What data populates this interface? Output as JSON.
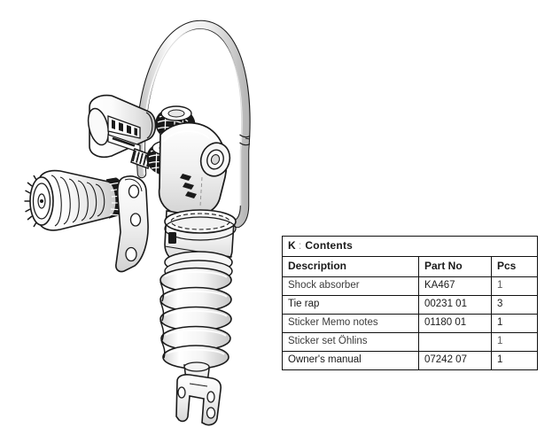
{
  "illustration": {
    "name": "ohlins-shock-absorber-exploded-view",
    "description": "Line-art technical drawing of a motorcycle shock absorber with remote reservoir, hydraulic hose, coil spring and lower clevis mount",
    "components": [
      {
        "name": "hydraulic-hose",
        "label": ""
      },
      {
        "name": "remote-reservoir",
        "label": ""
      },
      {
        "name": "finned-reservoir-adjuster",
        "label": ""
      },
      {
        "name": "damping-adjuster-knobs",
        "label": ""
      },
      {
        "name": "shock-body",
        "label": ""
      },
      {
        "name": "preload-collar",
        "label": ""
      },
      {
        "name": "coil-spring",
        "label": ""
      },
      {
        "name": "lower-clevis-mount",
        "label": ""
      }
    ]
  },
  "table": {
    "title_prefix": "K",
    "title_separator": ":",
    "title": "Contents",
    "columns": [
      {
        "key": "description",
        "label": "Description"
      },
      {
        "key": "part_no",
        "label": "Part No"
      },
      {
        "key": "pcs",
        "label": "Pcs"
      }
    ],
    "rows": [
      {
        "description": "Shock absorber",
        "part_no": "KA467",
        "pcs": "1"
      },
      {
        "description": "Tie rap",
        "part_no": "00231 01",
        "pcs": "3"
      },
      {
        "description": "Sticker Memo notes",
        "part_no": "01180 01",
        "pcs": "1"
      },
      {
        "description": "Sticker set Öhlins",
        "part_no": "",
        "pcs": "1"
      },
      {
        "description": "Owner's manual",
        "part_no": "07242 07",
        "pcs": "1"
      }
    ]
  },
  "colors": {
    "background": "#ffffff",
    "ink": "#111111",
    "line_art_fill": "#f2f2f2",
    "line_art_shade": "#d8d8d8",
    "line_art_dark": "#1a1a1a"
  }
}
